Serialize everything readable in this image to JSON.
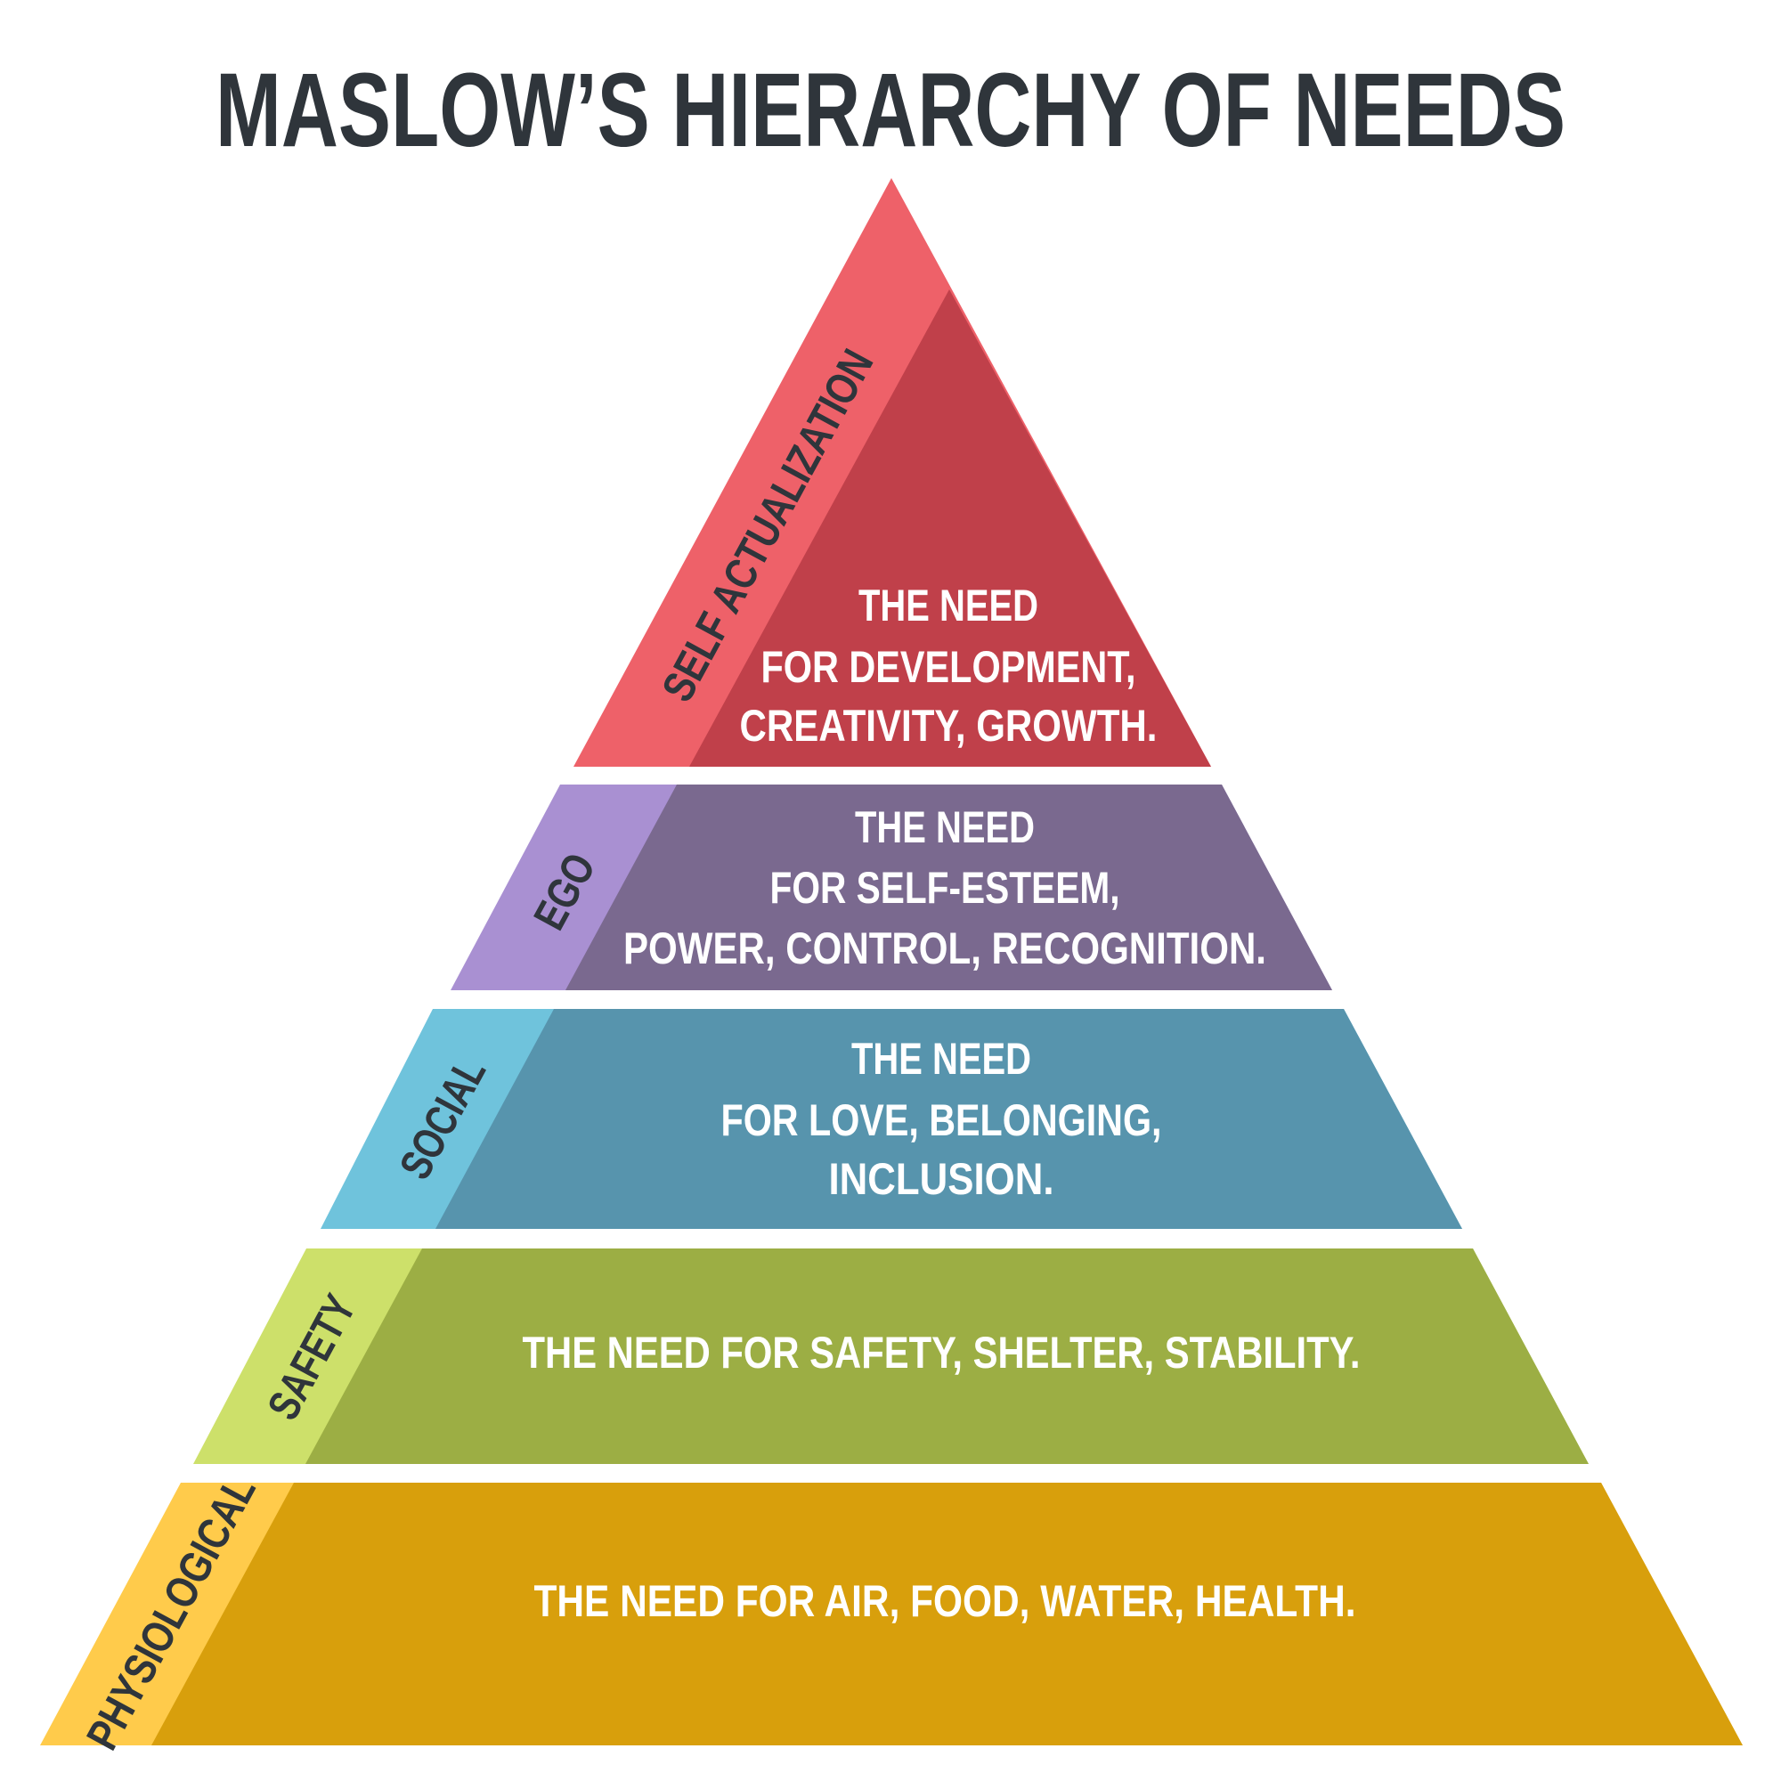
{
  "title": "MASLOW’S  HIERARCHY OF NEEDS",
  "levels": [
    {
      "name": "SELF ACTUALIZATION",
      "lines": [
        "THE NEED",
        "FOR DEVELOPMENT,",
        "CREATIVITY, GROWTH."
      ],
      "light": "#ee6169",
      "dark": "#c0404a"
    },
    {
      "name": "EGO",
      "lines": [
        "THE NEED",
        "FOR SELF-ESTEEM,",
        "POWER, CONTROL, RECOGNITION."
      ],
      "light": "#a990d2",
      "dark": "#7a698f"
    },
    {
      "name": "SOCIAL",
      "lines": [
        "THE NEED",
        "FOR LOVE, BELONGING,",
        "INCLUSION."
      ],
      "light": "#6fc3dc",
      "dark": "#5794ad"
    },
    {
      "name": "SAFETY",
      "lines": [
        "THE NEED  FOR SAFETY, SHELTER, STABILITY."
      ],
      "light": "#cde06a",
      "dark": "#9cae44"
    },
    {
      "name": "PHYSIOLOGICAL",
      "lines": [
        "THE NEED  FOR AIR, FOOD, WATER, HEALTH."
      ],
      "light": "#ffcb4b",
      "dark": "#d89f0c"
    }
  ]
}
